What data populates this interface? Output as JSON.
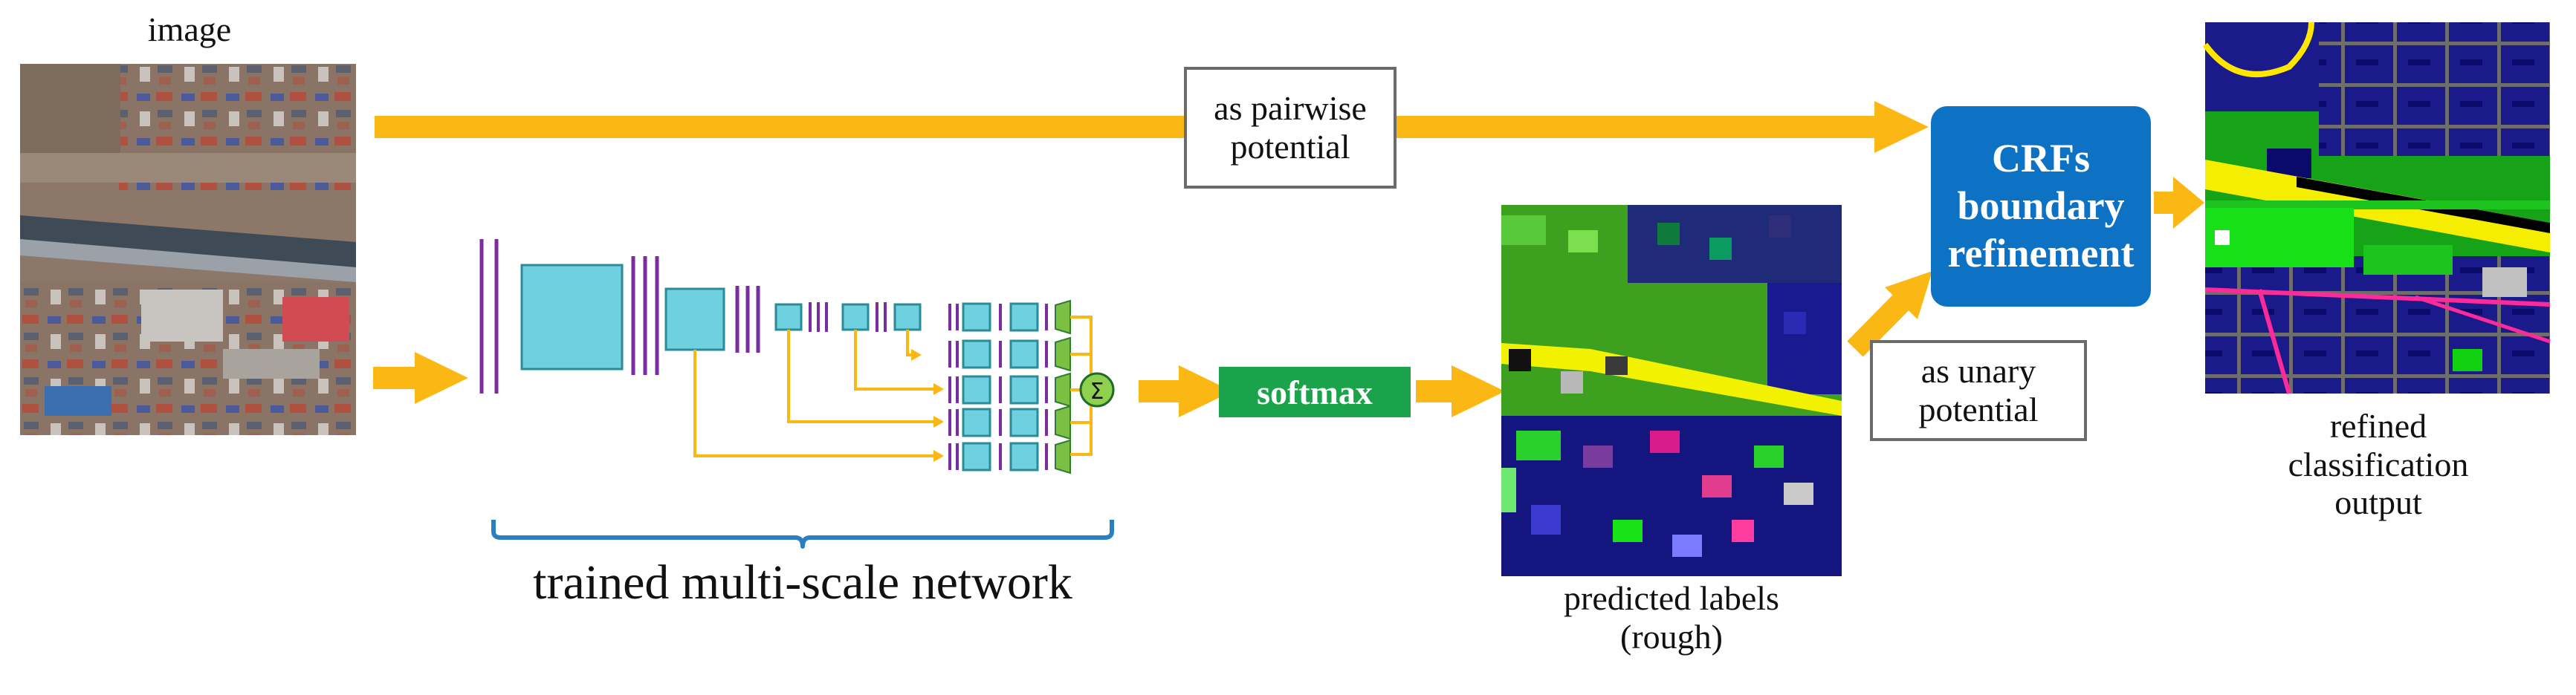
{
  "labels": {
    "input_image": "image",
    "pairwise": [
      "as pairwise",
      "potential"
    ],
    "unary": [
      "as unary",
      "potential"
    ],
    "crf": [
      "CRFs",
      "boundary",
      "refinement"
    ],
    "softmax": "softmax",
    "network": "trained multi-scale network",
    "predicted": [
      "predicted labels",
      "(rough)"
    ],
    "output": [
      "refined",
      "classification",
      "output"
    ],
    "sum_symbol": "Σ"
  },
  "colors": {
    "arrow": "#fbb713",
    "network_block": "#6fd0e0",
    "network_block_border": "#2a8c99",
    "layer_bar": "#7a2da0",
    "crf_box": "#0e72c4",
    "softmax_box": "#1aa34a",
    "brace": "#2a7fc1",
    "sum_node": "#8fd14f"
  },
  "icons": [
    "sum-icon",
    "upsample-icon"
  ]
}
